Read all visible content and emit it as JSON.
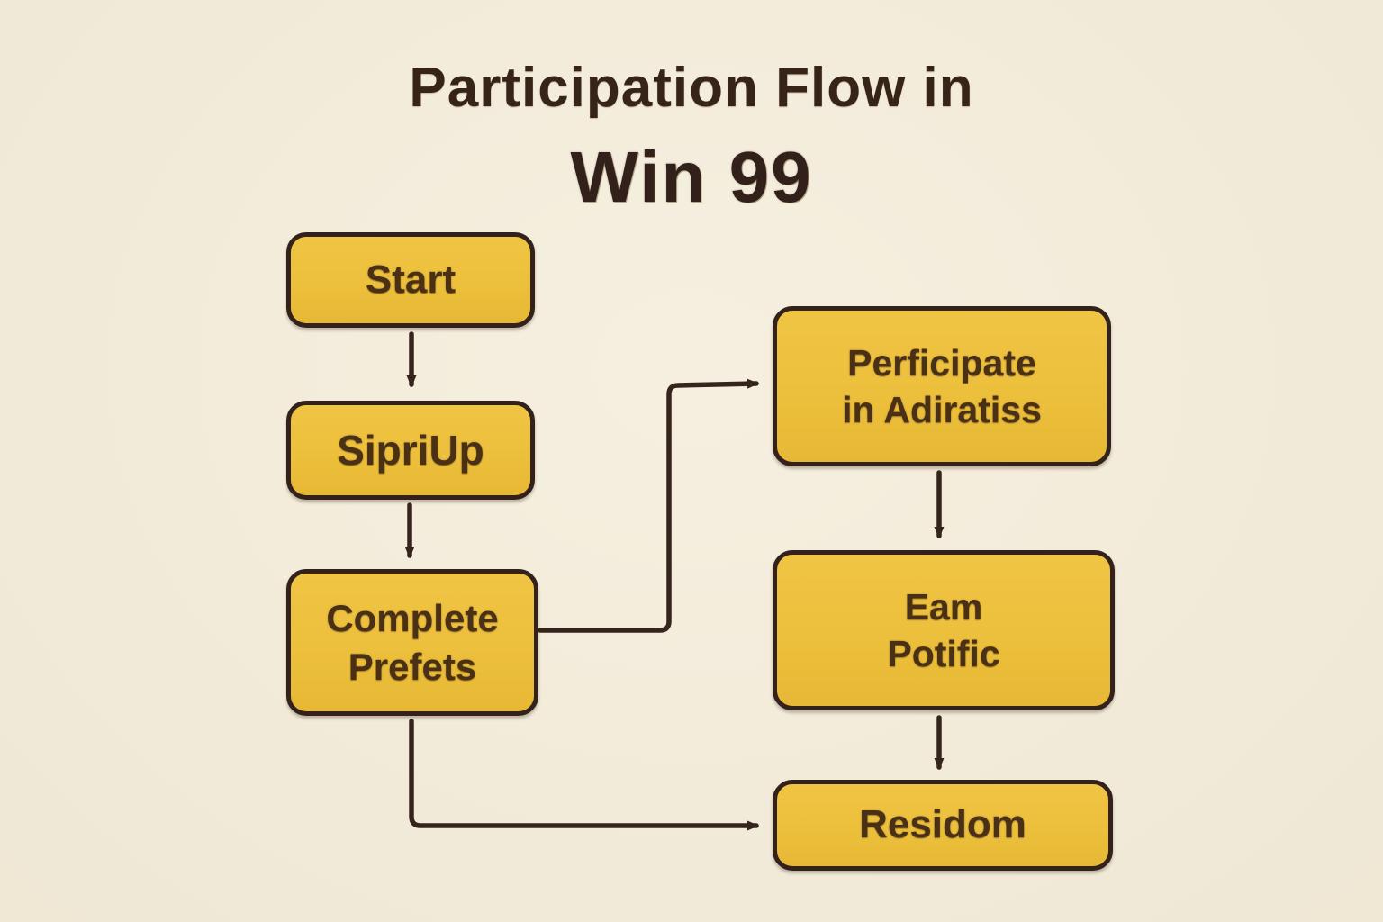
{
  "title": {
    "line1": "Participation Flow in",
    "line2": "Win 99"
  },
  "diagram": {
    "type": "flowchart",
    "nodes": [
      {
        "id": "start",
        "label": "Start"
      },
      {
        "id": "sign-up",
        "label": "SipriUp"
      },
      {
        "id": "complete-profile",
        "label": "Complete\nPrefets"
      },
      {
        "id": "participate-activities",
        "label": "Perficipate\nin Adiratiss"
      },
      {
        "id": "earn-points",
        "label": "Eam\nPotific"
      },
      {
        "id": "redeem",
        "label": "Residom"
      }
    ],
    "edges": [
      {
        "from": "start",
        "to": "sign-up"
      },
      {
        "from": "sign-up",
        "to": "complete-profile"
      },
      {
        "from": "complete-profile",
        "to": "participate-activities"
      },
      {
        "from": "participate-activities",
        "to": "earn-points"
      },
      {
        "from": "earn-points",
        "to": "redeem"
      },
      {
        "from": "complete-profile",
        "to": "redeem"
      }
    ]
  },
  "colors": {
    "background": "#f4ecd9",
    "node_fill": "#ecbf3b",
    "node_border": "#33211b",
    "node_text": "#4a3015",
    "arrow": "#35241c",
    "title_text": "#362419"
  }
}
